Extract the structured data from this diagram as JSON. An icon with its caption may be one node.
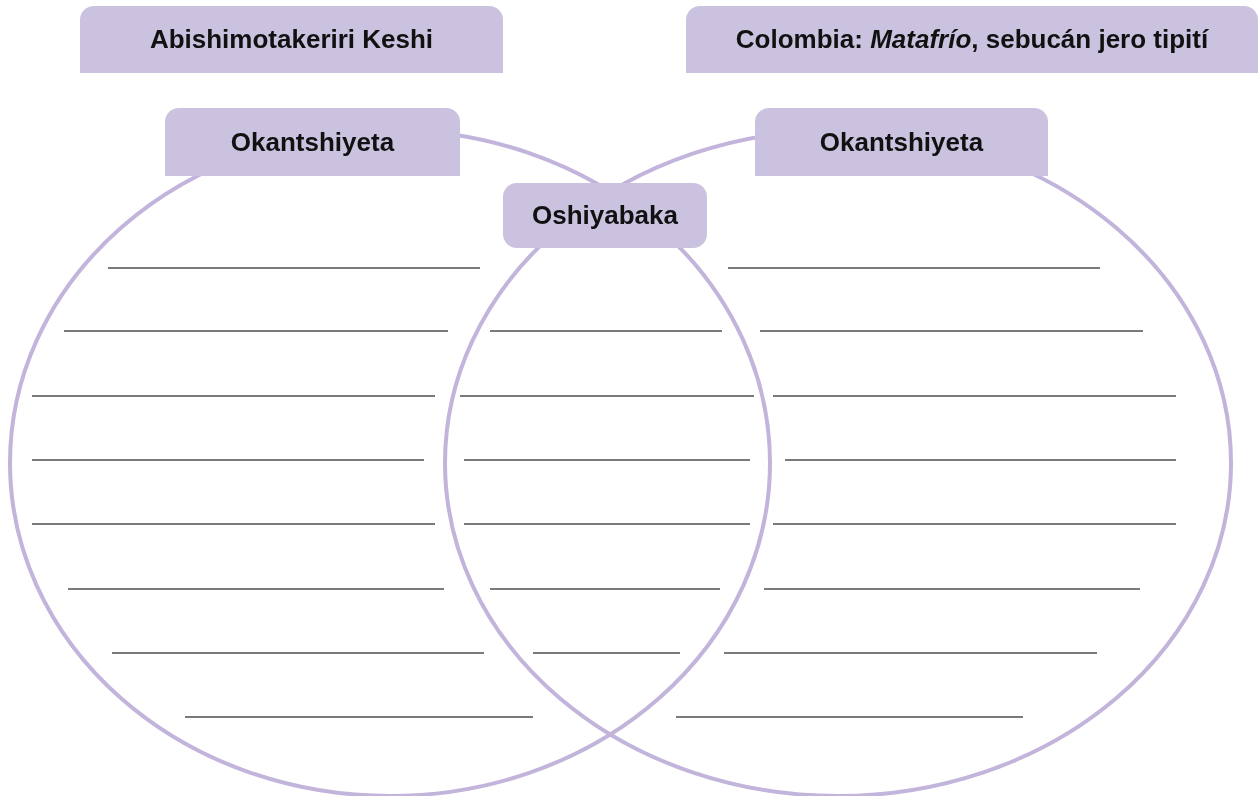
{
  "diagram": {
    "nodes": [
      {
        "text": [
          "Abishimotakeriri Keshi"
        ]
      },
      {
        "text": [
          "Colombia: *Matafrío*, sebucán jero tipití"
        ]
      },
      {
        "text": [
          "Okantshiyeta"
        ]
      },
      {
        "text": [
          "Okantshiyeta"
        ]
      },
      {
        "text": [
          "Oshiyabaka"
        ]
      }
    ],
    "edges": []
  }
}
